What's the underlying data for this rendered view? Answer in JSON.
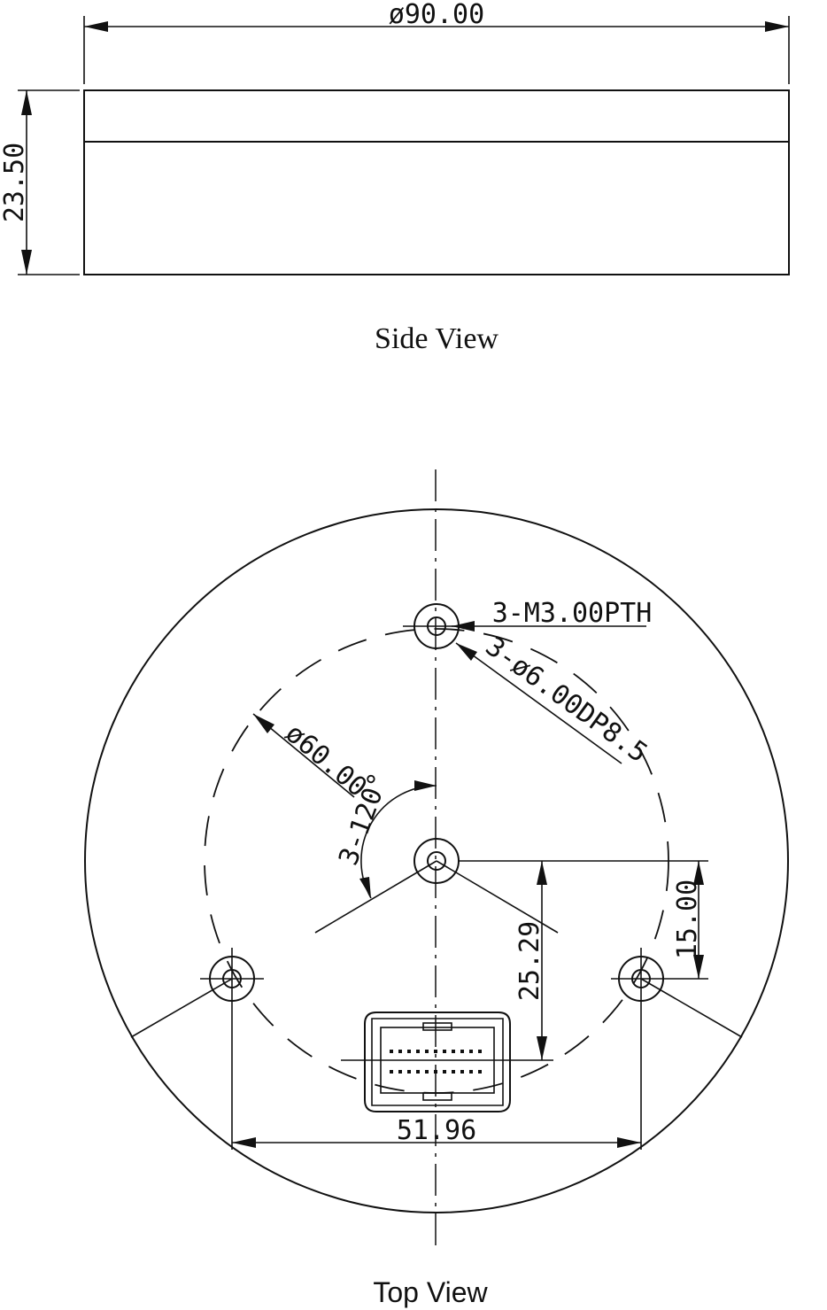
{
  "side_view": {
    "width_label": "ø90.00",
    "height_label": "23.50",
    "caption": "Side View"
  },
  "top_view": {
    "thread_label": "3-M3.00PTH",
    "counterbore_label": "3-ø6.00DP8.5",
    "circle_label": "ø60.00",
    "angle_label": "3-120°",
    "vertical_dim_label": "25.29",
    "offset_dim_label": "15.00",
    "horizontal_dim_label": "51.96",
    "caption": "Top View"
  }
}
